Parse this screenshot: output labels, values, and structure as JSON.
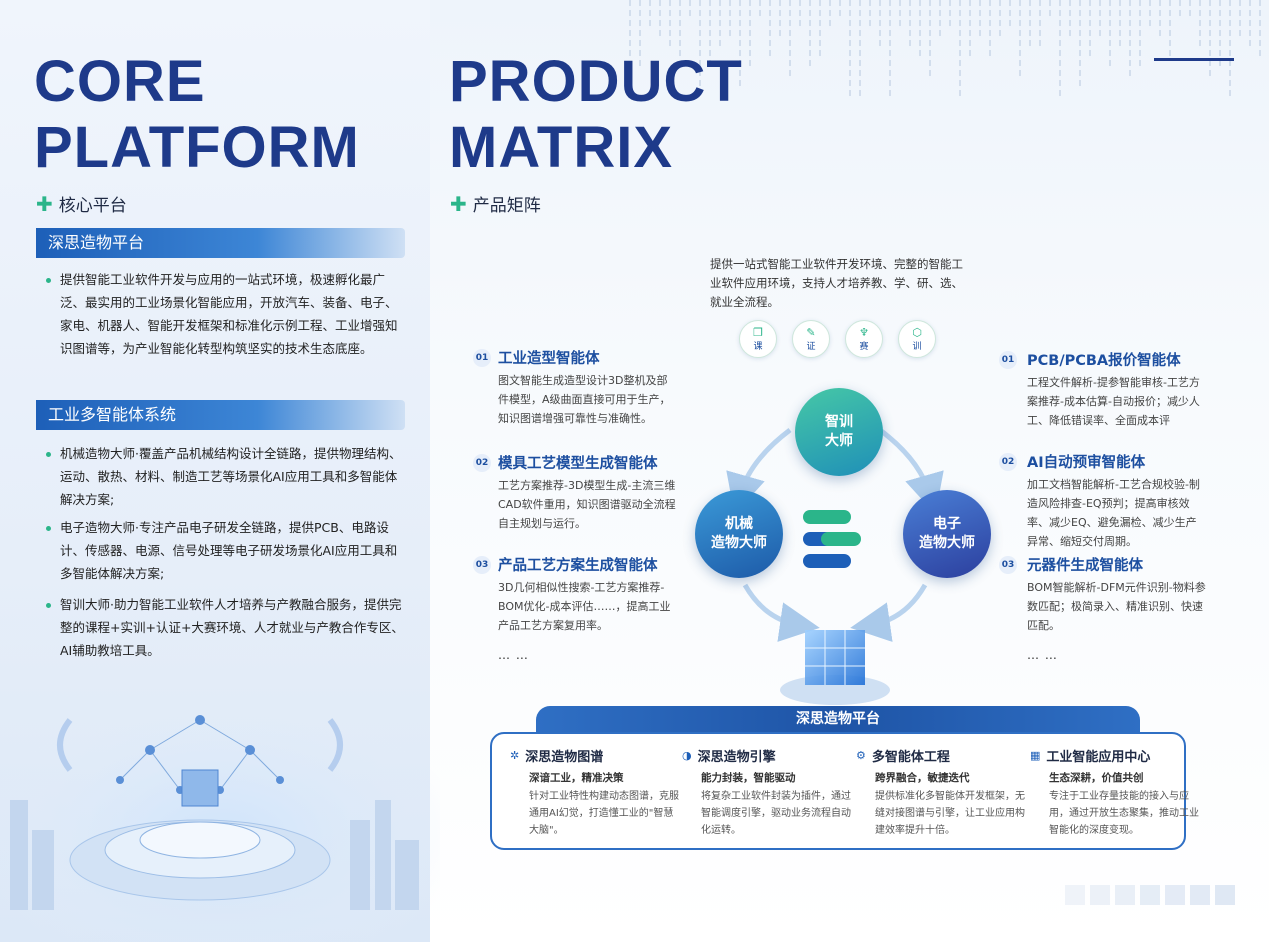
{
  "left": {
    "hero": [
      "CORE",
      "PLATFORM"
    ],
    "subtitle": "核心平台",
    "section1": {
      "title": "深思造物平台",
      "text": "提供智能工业软件开发与应用的一站式环境，极速孵化最广泛、最实用的工业场景化智能应用，开放汽车、装备、电子、家电、机器人、智能开发框架和标准化示例工程、工业增强知识图谱等，为产业智能化转型构筑坚实的技术生态底座。"
    },
    "section2": {
      "title": "工业多智能体系统",
      "items": [
        "机械造物大师·覆盖产品机械结构设计全链路，提供物理结构、运动、散热、材料、制造工艺等场景化AI应用工具和多智能体解决方案;",
        "电子造物大师·专注产品电子研发全链路，提供PCB、电路设计、传感器、电源、信号处理等电子研发场景化AI应用工具和多智能体解决方案;",
        "智训大师·助力智能工业软件人才培养与产教融合服务，提供完整的课程+实训+认证+大赛环境、人才就业与产教合作专区、AI辅助教培工具。"
      ]
    }
  },
  "right": {
    "hero": [
      "PRODUCT",
      "MATRIX"
    ],
    "subtitle": "产品矩阵",
    "intro": "提供一站式智能工业软件开发环境、完整的智能工业软件应用环境，支持人才培养教、学、研、选、就业全流程。",
    "chips": [
      {
        "label": "课",
        "icon": "book-icon"
      },
      {
        "label": "证",
        "icon": "certificate-icon"
      },
      {
        "label": "赛",
        "icon": "trophy-icon"
      },
      {
        "label": "训",
        "icon": "cube-icon"
      }
    ],
    "left_agents": [
      {
        "num": "01",
        "title": "工业造型智能体",
        "desc": "图文智能生成造型设计3D整机及部件模型，A级曲面直接可用于生产，知识图谱增强可靠性与准确性。"
      },
      {
        "num": "02",
        "title": "模具工艺模型生成智能体",
        "desc": "工艺方案推荐-3D模型生成-主流三维CAD软件重用，知识图谱驱动全流程自主规划与运行。"
      },
      {
        "num": "03",
        "title": "产品工艺方案生成智能体",
        "desc": "3D几何相似性搜索-工艺方案推荐-BOM优化-成本评估……，提高工业产品工艺方案复用率。"
      }
    ],
    "right_agents": [
      {
        "num": "01",
        "title": "PCB/PCBA报价智能体",
        "desc": "工程文件解析-提参智能审核-工艺方案推荐-成本估算-自动报价；减少人工、降低错误率、全面成本评"
      },
      {
        "num": "02",
        "title": "AI自动预审智能体",
        "desc": "加工文档智能解析-工艺合规校验-制造风险排查-EQ预判；提高审核效率、减少EQ、避免漏检、减少生产异常、缩短交付周期。"
      },
      {
        "num": "03",
        "title": "元器件生成智能体",
        "desc": "BOM智能解析-DFM元件识别-物料参数匹配；极简录入、精准识别、快速匹配。"
      }
    ],
    "more": "… …",
    "circles": {
      "top": "智训\n大师",
      "left": "机械\n造物大师",
      "right": "电子\n造物大师"
    },
    "platform": {
      "title": "深思造物平台",
      "cols": [
        {
          "icon": "graph-icon",
          "title": "深思造物图谱",
          "slogan": "深谙工业，精准决策",
          "desc": "针对工业特性构建动态图谱，克服通用AI幻觉，打造懂工业的\"智慧大脑\"。"
        },
        {
          "icon": "engine-icon",
          "title": "深思造物引擎",
          "slogan": "能力封装，智能驱动",
          "desc": "将复杂工业软件封装为插件，通过智能调度引擎，驱动业务流程自动化运转。"
        },
        {
          "icon": "gear-icon",
          "title": "多智能体工程",
          "slogan": "跨界融合，敏捷迭代",
          "desc": "提供标准化多智能体开发框架，无缝对接图谱与引擎，让工业应用构建效率提升十倍。"
        },
        {
          "icon": "app-icon",
          "title": "工业智能应用中心",
          "slogan": "生态深耕，价值共创",
          "desc": "专注于工业存量技能的接入与应用，通过开放生态聚集，推动工业智能化的深度变现。"
        }
      ]
    }
  },
  "colors": {
    "navy": "#1e3a8a",
    "blue": "#1d5fb8",
    "green": "#2bb58a"
  }
}
